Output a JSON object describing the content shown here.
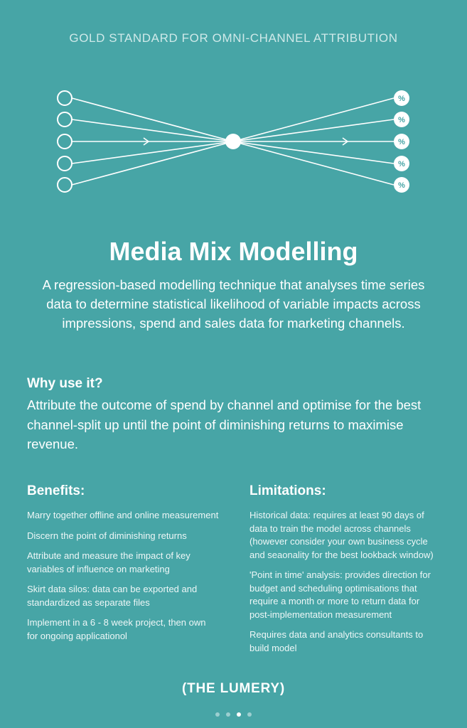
{
  "header": {
    "eyebrow": "GOLD STANDARD FOR OMNI-CHANNEL ATTRIBUTION"
  },
  "diagram": {
    "output_label": "%"
  },
  "hero": {
    "title": "Media Mix Modelling",
    "intro": "A regression-based modelling technique that analyses time series data to determine statistical likelihood of variable impacts across impressions, spend and sales data for marketing channels."
  },
  "why": {
    "heading": "Why use it?",
    "text": "Attribute the outcome of spend by channel and optimise for the best channel-split up until the point of diminishing returns to maximise revenue."
  },
  "benefits": {
    "heading": "Benefits:",
    "items": [
      "Marry together offline and online measurement",
      "Discern the point of diminishing returns",
      "Attribute and measure the impact of key variables of influence on marketing",
      "Skirt data silos: data can be exported and standardized as separate files",
      "Implement in a 6 - 8 week project, then own for ongoing applicationol"
    ]
  },
  "limitations": {
    "heading": "Limitations:",
    "items": [
      "Historical data: requires at least 90 days of data to train the model across channels (however consider your own business cycle and seaonality for the best lookback window)",
      "'Point in time' analysis: provides direction for budget and scheduling optimisations that require a month or more to return data for post-implementation measurement",
      "Requires data and analytics consultants to build model"
    ]
  },
  "footer": {
    "brand": "(THE LUMERY)"
  },
  "pagination": {
    "total": 4,
    "active": 3
  },
  "colors": {
    "background": "#47a5a6",
    "text": "#ffffff",
    "accent_text": "#47a5a6"
  }
}
